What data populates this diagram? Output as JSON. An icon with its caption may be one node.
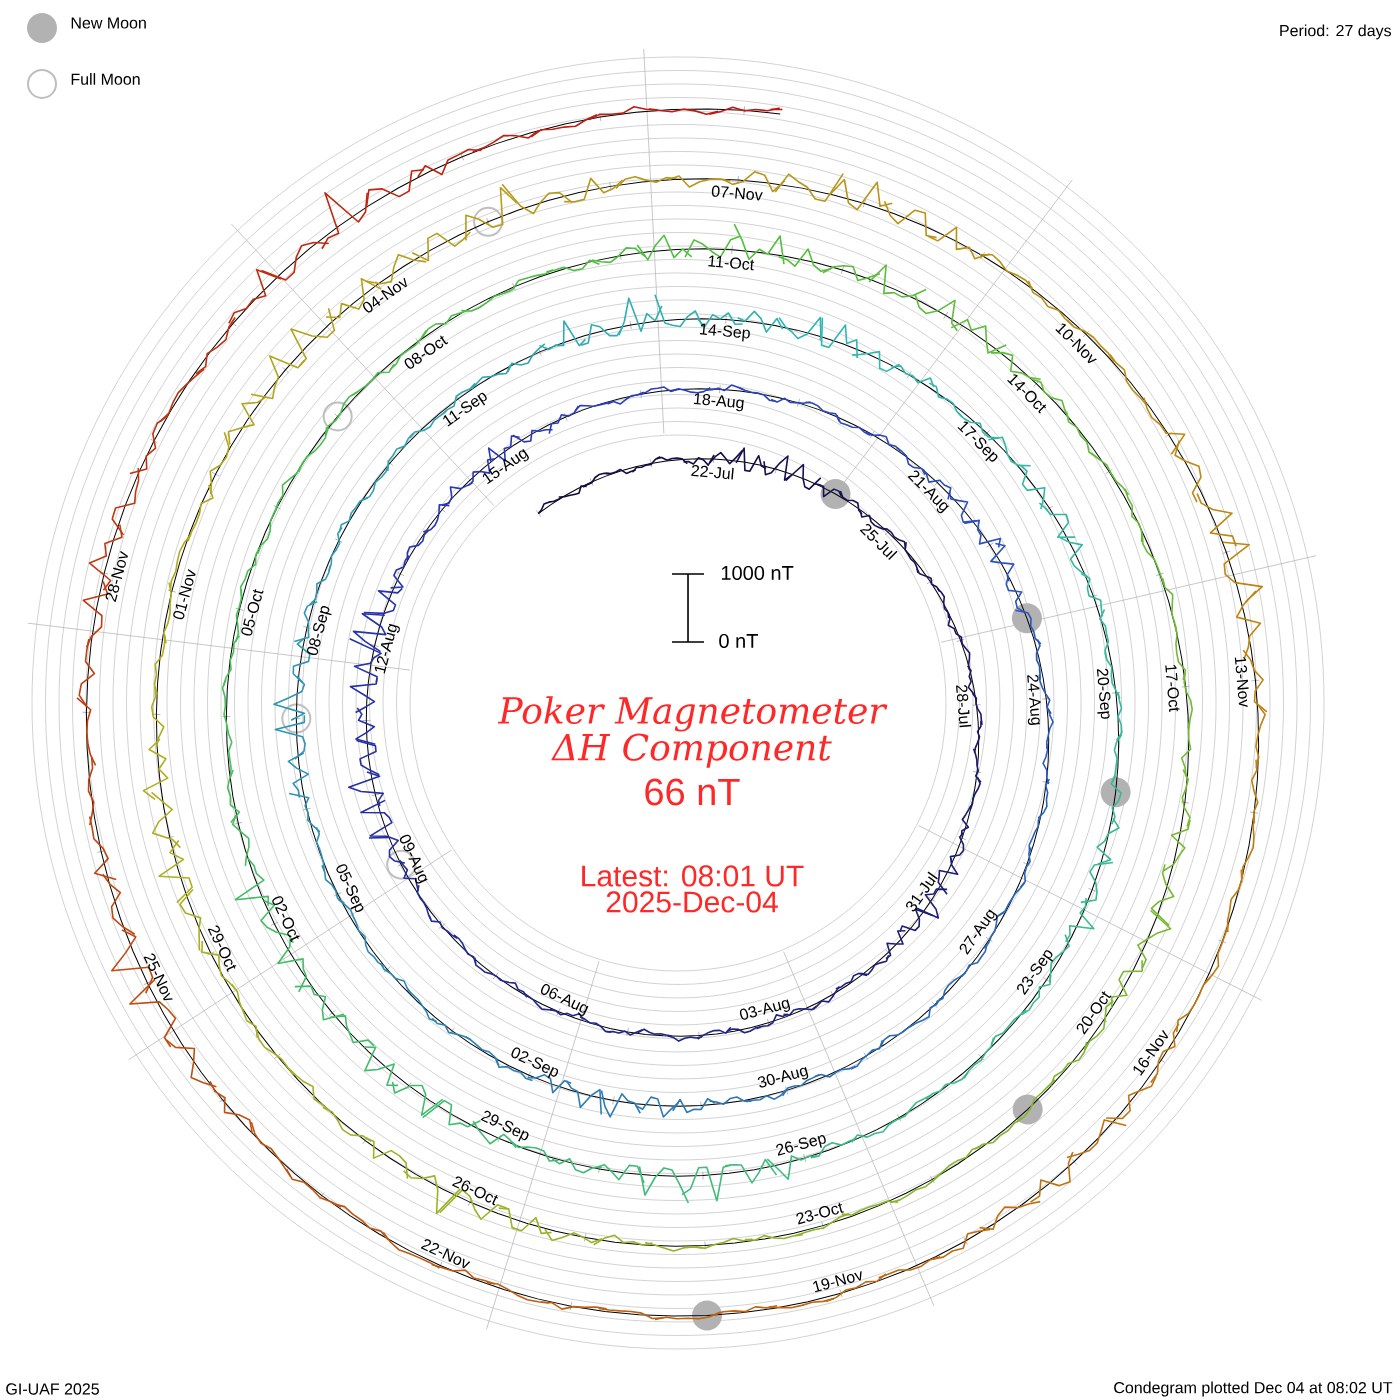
{
  "diagram": {
    "title": "Poker Magnetometer ΔH Component",
    "labels": [
      "Period: 27 days",
      "1000 nT",
      "0 nT",
      "66 nT",
      "Latest: 08:01 UT",
      "2025-Dec-04",
      "22-Jul",
      "25-Jul",
      "28-Jul",
      "31-Jul",
      "03-Aug",
      "06-Aug",
      "09-Aug",
      "12-Aug",
      "15-Aug",
      "18-Aug",
      "21-Aug",
      "24-Aug",
      "27-Aug",
      "30-Aug",
      "02-Sep",
      "05-Sep",
      "08-Sep",
      "11-Sep",
      "14-Sep",
      "17-Sep",
      "20-Sep",
      "23-Sep",
      "26-Sep",
      "29-Sep",
      "02-Oct",
      "05-Oct",
      "08-Oct",
      "11-Oct",
      "14-Oct",
      "17-Oct",
      "20-Oct",
      "23-Oct",
      "26-Oct",
      "29-Oct",
      "01-Nov",
      "04-Nov",
      "07-Nov",
      "10-Nov",
      "13-Nov",
      "16-Nov",
      "19-Nov",
      "22-Nov",
      "25-Nov",
      "28-Nov",
      "GI-UAF 2025",
      "Condegram plotted Dec 04 at 08:02 UT"
    ],
    "legend": [
      {
        "text": "New Moon"
      },
      {
        "text": "Full Moon"
      }
    ]
  }
}
